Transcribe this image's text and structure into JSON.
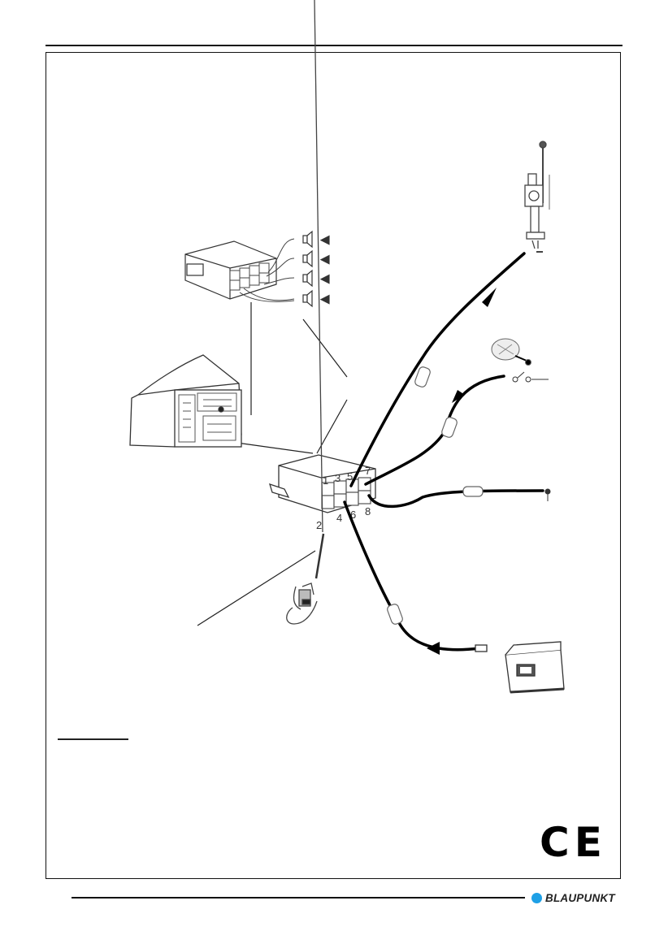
{
  "page": {
    "brand": "BLAUPUNKT",
    "brand_color": "#1ea0e6",
    "certification_mark": "CE"
  },
  "diagram": {
    "title": "",
    "connector_pins_top": [
      "1",
      "3",
      "5",
      "7"
    ],
    "connector_pins_bottom": [
      "2",
      "4",
      "6",
      "8"
    ],
    "phone_pin_label": "2",
    "components": [
      {
        "id": "amplifier",
        "icon": "amplifier-icon",
        "description": "Amplifier with speaker outputs"
      },
      {
        "id": "speakers",
        "icon": "speaker-icon",
        "count": 4
      },
      {
        "id": "head-unit",
        "icon": "car-radio-icon",
        "description": "Car radio rear connector"
      },
      {
        "id": "connector",
        "icon": "iso-connector-icon",
        "description": "8-pin connector block"
      },
      {
        "id": "antenna",
        "icon": "power-antenna-icon",
        "description": "Motor antenna"
      },
      {
        "id": "ignition",
        "icon": "ignition-icon",
        "description": "Ignition switch"
      },
      {
        "id": "lighting",
        "icon": "illumination-icon",
        "description": "Illumination lead"
      },
      {
        "id": "battery",
        "icon": "battery-icon",
        "description": "Car battery, 12V"
      },
      {
        "id": "telephone",
        "icon": "telephone-icon",
        "description": "Car telephone mute"
      }
    ]
  }
}
